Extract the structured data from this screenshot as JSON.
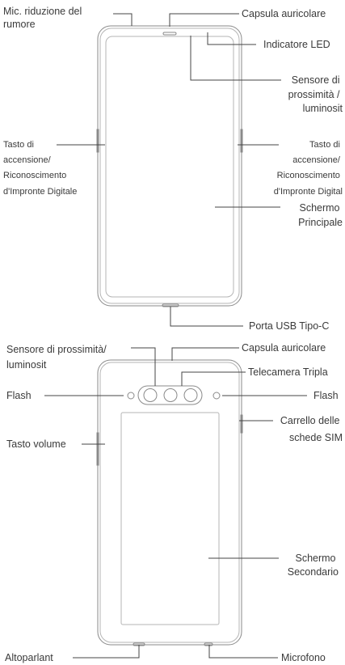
{
  "front_view": {
    "mic_label": [
      "Mic. riduzione del",
      "rumore"
    ],
    "earpiece_label": "Capsula auricolare",
    "led_label": "Indicatore LED",
    "sensor_label": [
      "Sensore di",
      "prossimità /",
      "luminosit"
    ],
    "power_left_label": [
      "Tasto di",
      "accensione/",
      "Riconoscimento",
      "d'Impronte Digitale"
    ],
    "power_right_label": [
      "Tasto di",
      "accensione/",
      "Riconoscimento",
      "d'Impronte Digital"
    ],
    "main_screen_label": [
      "Schermo",
      "Principale"
    ],
    "usb_label": "Porta USB Tipo-C"
  },
  "back_view": {
    "sensor_label": [
      "Sensore di prossimità/",
      "luminosit"
    ],
    "earpiece_label": "Capsula auricolare",
    "camera_label": "Telecamera Tripla",
    "flash_left_label": "Flash",
    "flash_right_label": "Flash",
    "sim_label": [
      "Carrello delle",
      "schede SIM"
    ],
    "volume_label": "Tasto volume",
    "secondary_screen_label": [
      "Schermo",
      "Secondario"
    ],
    "speaker_label": "Altoparlant",
    "microphone_label": "Microfono"
  }
}
